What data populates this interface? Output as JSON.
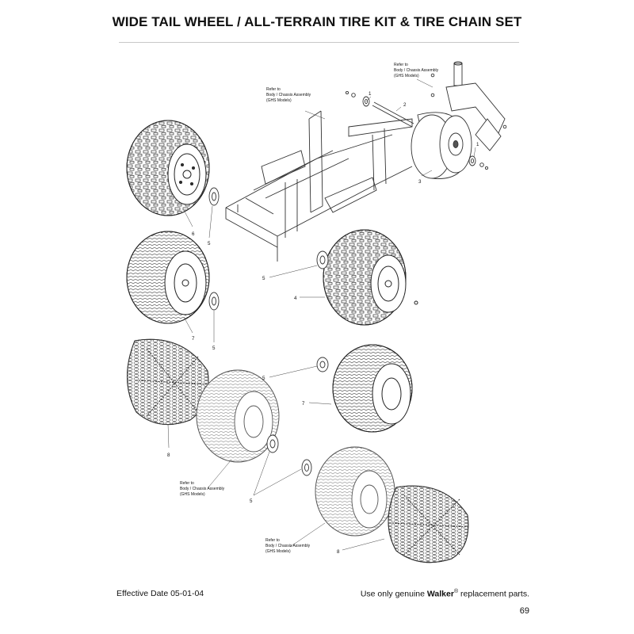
{
  "page": {
    "title": "WIDE TAIL WHEEL / ALL-TERRAIN TIRE KIT & TIRE CHAIN SET",
    "footer_effective_date": "Effective Date 05-01-04",
    "footer_note_prefix": "Use only genuine ",
    "footer_brand": "Walker",
    "footer_registered": "®",
    "footer_note_suffix": " replacement parts.",
    "page_number": "69"
  },
  "diagram": {
    "refer_notes": [
      {
        "line1": "Refer to",
        "line2": "Body / Chassis Assembly",
        "line3": "(GHS Models)"
      },
      {
        "line1": "Refer to",
        "line2": "Body / Chassis Assembly",
        "line3": "(GHS Models)"
      },
      {
        "line1": "Refer to",
        "line2": "Body / Chassis Assembly",
        "line3": "(GHS Models)"
      },
      {
        "line1": "Refer to",
        "line2": "Body / Chassis Assembly",
        "line3": "(GHS Models)"
      }
    ],
    "callouts": [
      "1",
      "2",
      "1",
      "3",
      "6",
      "5",
      "5",
      "4",
      "7",
      "5",
      "5",
      "7",
      "8",
      "5",
      "8"
    ]
  }
}
